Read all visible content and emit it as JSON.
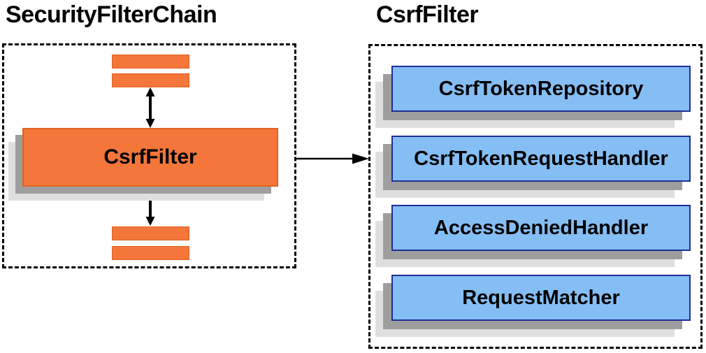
{
  "left_panel": {
    "title": "SecurityFilterChain",
    "filter_box_label": "CsrfFilter"
  },
  "right_panel": {
    "title": "CsrfFilter",
    "components": [
      {
        "label": "CsrfTokenRepository"
      },
      {
        "label": "CsrfTokenRequestHandler"
      },
      {
        "label": "AccessDeniedHandler"
      },
      {
        "label": "RequestMatcher"
      }
    ]
  },
  "colors": {
    "orange": "#F4763B",
    "orange-border": "#E0611F",
    "blue": "#85BEF4",
    "blue-border": "#1E2F96",
    "shadow-mid": "#9E9E9E",
    "shadow-light": "#DFDFDF",
    "arrow": "#000000"
  }
}
